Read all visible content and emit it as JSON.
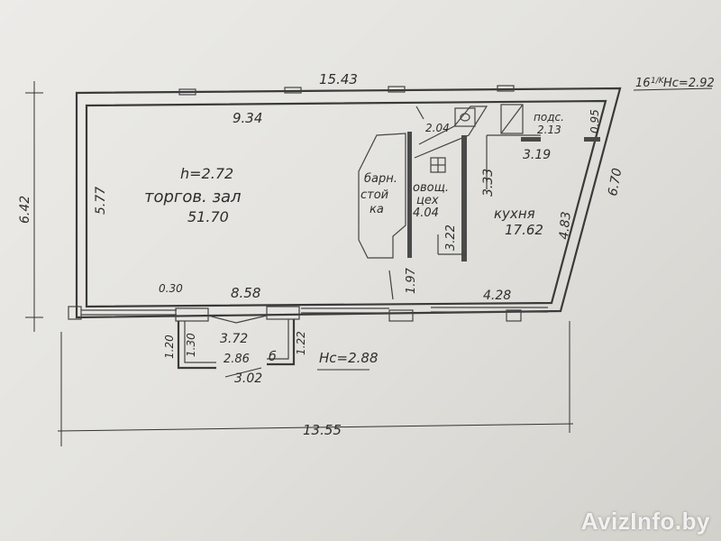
{
  "floor_plan": {
    "label_total_length_top": "15.43",
    "label_total_length_bottom": "13.55",
    "label_left_height": "6.42",
    "label_right_height": "6.70",
    "label_corner_ref": "16",
    "label_corner_fraction": "1/K",
    "label_corner_height": "Hс=2.92",
    "label_ceiling": "h=2.72",
    "label_trade_hall": "торгов. зал",
    "label_trade_hall_area": "51.70",
    "label_hall_width": "9.34",
    "label_hall_left": "5.77",
    "label_bar_line1": "барн.",
    "label_bar_line2": "стой",
    "label_bar_line3": "ка",
    "label_veg_line1": "овощ.",
    "label_veg_line2": "цех",
    "label_veg_area": "4.04",
    "label_wc_dim": "2.04",
    "label_storage": "подс.",
    "label_storage_area": "2.13",
    "label_storage_depth": "0.95",
    "label_corridor": "3.19",
    "label_kitchen_height": "3.33",
    "label_kitchen": "кухня",
    "label_kitchen_area": "17.62",
    "label_kitchen_right": "4.83",
    "label_veg_depth": "3.22",
    "label_door_gap": "1.97",
    "label_kitchen_bottom": "4.28",
    "label_front_left": "0.30",
    "label_front_width": "8.58",
    "label_porch_width": "3.72",
    "label_porch_left_outer": "1.20",
    "label_porch_left_inner": "1.30",
    "label_porch_inner": "2.86",
    "label_porch_letter": "б",
    "label_porch_right": "1.22",
    "label_porch_bottom": "3.02",
    "label_porch_height": "Hс=2.88"
  },
  "watermark": "AvizInfo.by"
}
